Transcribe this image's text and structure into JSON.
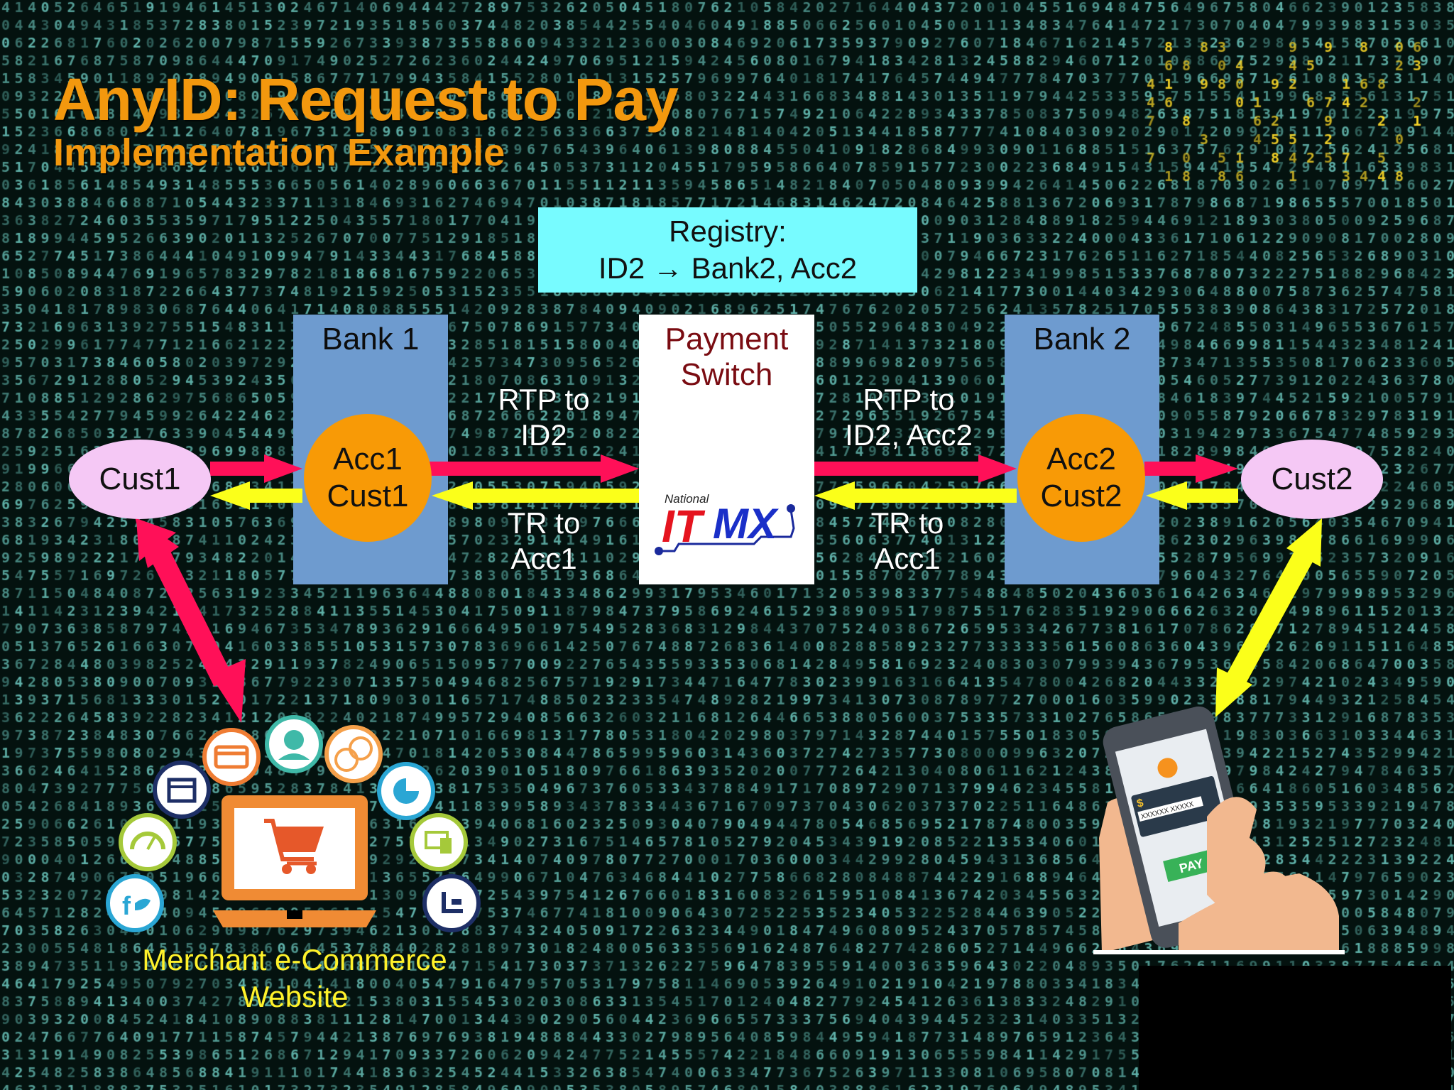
{
  "title": "AnyID: Request to Pay",
  "subtitle": "Implementation Example",
  "registry": {
    "line1": "Registry:",
    "line2": "ID2 → Bank2, Acc2"
  },
  "bank1": {
    "label": "Bank 1",
    "acc_line1": "Acc1",
    "acc_line2": "Cust1"
  },
  "bank2": {
    "label": "Bank 2",
    "acc_line1": "Acc2",
    "acc_line2": "Cust2"
  },
  "switch": {
    "line1": "Payment",
    "line2": "Switch",
    "logo_small": "National",
    "logo_it": "IT",
    "logo_mx": "MX"
  },
  "cust1": "Cust1",
  "cust2": "Cust2",
  "flows": {
    "rtp_left_1": "RTP to",
    "rtp_left_2": "ID2",
    "tr_left_1": "TR to",
    "tr_left_2": "Acc1",
    "rtp_right_1": "RTP to",
    "rtp_right_2": "ID2, Acc2",
    "tr_right_1": "TR to",
    "tr_right_2": "Acc1"
  },
  "merchant": {
    "line1": "Merchant e-Commerce",
    "line2": "Website"
  },
  "phone": {
    "card_text": "XXXXXX XXXXX",
    "pay_label": "PAY",
    "dollar": "$"
  },
  "colors": {
    "rtp_arrow": "#ff1058",
    "tr_arrow": "#fbff1a",
    "title": "#f3980e"
  },
  "icons": [
    "card-icon",
    "support-icon",
    "euro-dollar-icon",
    "store-icon",
    "pie-chart-icon",
    "gauge-icon",
    "devices-icon",
    "social-icon",
    "org-chart-icon",
    "shopping-cart-icon"
  ]
}
